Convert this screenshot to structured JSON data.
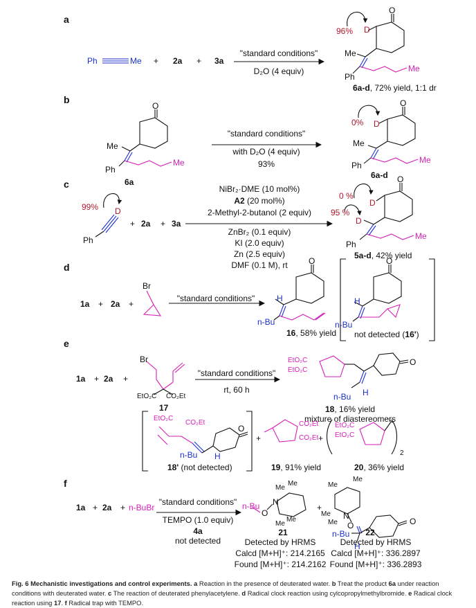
{
  "panels": {
    "a": {
      "label": "a",
      "reactant_left": "Ph",
      "reactant_right": "Me",
      "plus1": "+",
      "reagent2": "2a",
      "plus2": "+",
      "reagent3": "3a",
      "cond_top": "\"standard conditions\"",
      "cond_bottom": "D₂O (4 equiv)",
      "percent": "96%",
      "atom_d": "D",
      "atom_o": "O",
      "me": "Me",
      "ph": "Ph",
      "me_chain": "Me",
      "product": "6a-d",
      "product_suffix": ", 72% yield, 1:1 dr"
    },
    "b": {
      "label": "b",
      "atom_o": "O",
      "me": "Me",
      "ph": "Ph",
      "me_chain": "Me",
      "start": "6a",
      "cond_top": "\"standard conditions\"",
      "cond_mid": "with D₂O (4 equiv)",
      "cond_bottom": "93%",
      "percent": "0%",
      "atom_d": "D",
      "prod_o": "O",
      "prod_me": "Me",
      "prod_ph": "Ph",
      "prod_me_chain": "Me",
      "product": "6a-d"
    },
    "c": {
      "label": "c",
      "percent_start": "99%",
      "atom_d": "D",
      "ph": "Ph",
      "plus1": "+",
      "reagent2": "2a",
      "plus2": "+",
      "reagent3": "3a",
      "cond1": "NiBr₂·DME (10 mol%)",
      "cond2_bold": "A2",
      "cond2_rest": " (20 mol%)",
      "cond3": "2-Methyl-2-butanol (2 equiv)",
      "cond4": "ZnBr₂ (0.1 equiv)",
      "cond5": "KI (2.0 equiv)",
      "cond6": "Zn (2.5 equiv)",
      "cond7": "DMF (0.1 M), rt",
      "percent_top": "0 %",
      "percent_left": "95 %",
      "prod_d1": "D",
      "prod_d2": "D",
      "prod_o": "O",
      "prod_ph": "Ph",
      "prod_me": "Me",
      "product": "5a-d",
      "product_suffix": ", 42% yield"
    },
    "d": {
      "label": "d",
      "r1": "1a",
      "plus1": "+",
      "r2": "2a",
      "plus2": "+",
      "br": "Br",
      "cond": "\"standard conditions\"",
      "p16_o": "O",
      "p16_h": "H",
      "p16_nbu": "n-Bu",
      "p16": "16",
      "p16_suffix": ", 58% yield",
      "p16p_o": "O",
      "p16p_h": "H",
      "p16p_nbu": "n-Bu",
      "p16p_text": "not detected (",
      "p16p": "16'",
      "p16p_close": ")"
    },
    "e": {
      "label": "e",
      "r1": "1a",
      "plus1": "+",
      "r2": "2a",
      "plus2": "+",
      "br": "Br",
      "ester1": "EtO₂C",
      "ester2": "CO₂Et",
      "compound17": "17",
      "cond_top": "\"standard conditions\"",
      "cond_bottom": "rt, 60 h",
      "p18_ester1": "EtO₂C",
      "p18_ester2": "EtO₂C",
      "p18_o": "O",
      "p18_nbu": "n-Bu",
      "p18_h": "H",
      "p18": "18",
      "p18_suffix": ", 16% yield",
      "p18_note": "mixture of diastereomers",
      "p18p_ester1": "EtO₂C",
      "p18p_ester2": "CO₂Et",
      "p18p_o": "O",
      "p18p_nbu": "n-Bu",
      "p18p_h": "H",
      "p18p": "18'",
      "p18p_note": " (not detected)",
      "plus3": "+",
      "p19_ester1": "CO₂Et",
      "p19_ester2": "CO₂Et",
      "p19": "19",
      "p19_suffix": ", 91% yield",
      "plus4": "+",
      "p20_ester1": "EtO₂C",
      "p20_ester2": "EtO₂C",
      "p20_sub": "2",
      "p20": "20",
      "p20_suffix": ", 36% yield"
    },
    "f": {
      "label": "f",
      "r1": "1a",
      "plus1": "+",
      "r2": "2a",
      "plus2": "+",
      "r3": "n-BuBr",
      "cond_top": "\"standard conditions\"",
      "cond_bottom": "TEMPO (1.0 equiv)",
      "p4a": "4a",
      "p4a_note": "not detected",
      "c21_nbu": "n-Bu",
      "c21_o": "O",
      "c21_n": "N",
      "c21_me1": "Me",
      "c21_me2": "Me",
      "c21_me3": "Me",
      "c21_me4": "Me",
      "c21": "21",
      "c21_l1": "Detected by HRMS",
      "c21_l2": "Calcd [M+H]⁺: 214.2165",
      "c21_l3": "Found [M+H]⁺: 214.2162",
      "plus3": "+",
      "c22_n": "N",
      "c22_o": "O",
      "c22_me1": "Me",
      "c22_me2": "Me",
      "c22_me3": "Me",
      "c22_me4": "Me",
      "c22_nbu": "n-Bu",
      "c22_h": "H",
      "c22_ko": "O",
      "c22": "22",
      "c22_l1": "Detected by HRMS",
      "c22_l2": "Calcd [M+H]⁺: 336.2897",
      "c22_l3": "Found [M+H]⁺: 336.2893"
    }
  },
  "caption": {
    "fig": "Fig. 6 Mechanistic investigations and control experiments.",
    "a_key": " a",
    "a_text": " Reaction in the presence of deuterated water.",
    "b_key": " b",
    "b_text": " Treat the product ",
    "b_bold": "6a",
    "b_text2": " under reaction conditions with deuterated water.",
    "c_key": " c",
    "c_text": " The reaction of deuterated phenylacetylene.",
    "d_key": " d",
    "d_text": " Radical clock reaction using cylcopropylmethylbromide.",
    "e_key": " e",
    "e_text": " Radical clock reaction using ",
    "e_bold": "17",
    "e_text2": ".",
    "f_key": " f",
    "f_text": " Radical trap with TEMPO."
  },
  "colors": {
    "red": "#b0182a",
    "blue": "#1a2fd0",
    "magenta": "#d71fb8"
  }
}
